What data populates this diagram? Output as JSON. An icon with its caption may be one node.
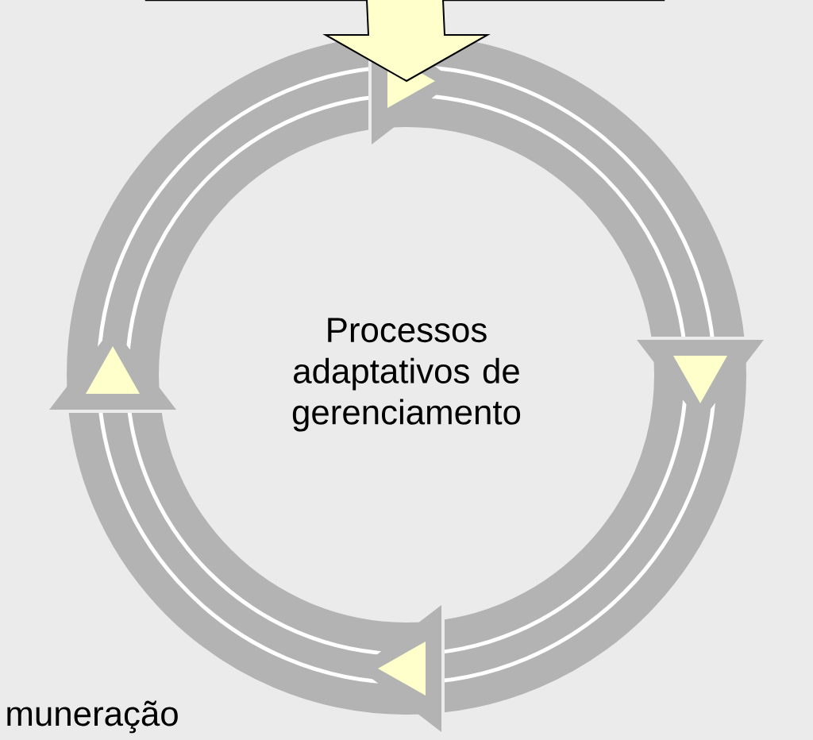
{
  "diagram": {
    "nodes": [
      {
        "text": [],
        "shape": "box"
      },
      {
        "text": [
          "Processos adaptativos de gerenciamento"
        ]
      }
    ],
    "edges": [
      {
        "from": 0,
        "to": 1,
        "arrow": "to"
      }
    ],
    "labels": [
      "muneração"
    ]
  }
}
